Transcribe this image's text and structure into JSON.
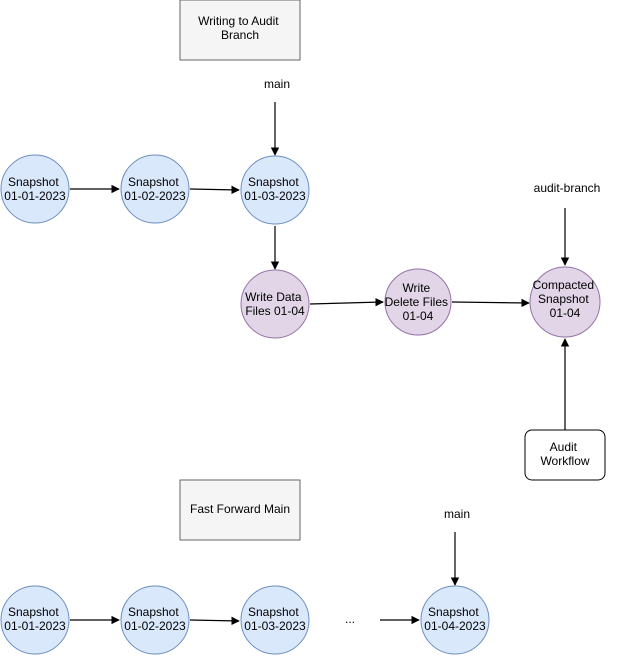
{
  "colors": {
    "snapshot_fill": "#dae8fc",
    "snapshot_stroke": "#6c8ebf",
    "op_fill": "#e1d5e7",
    "op_stroke": "#9673a6",
    "label_box_fill": "#f5f5f5",
    "label_box_stroke": "#666666",
    "edge": "#000000"
  },
  "section_titles": {
    "audit": [
      "Writing to Audit",
      "Branch"
    ],
    "fast_forward": [
      "Fast Forward Main"
    ]
  },
  "refs": {
    "main_top": "main",
    "audit_branch": "audit-branch",
    "main_bottom": "main"
  },
  "top_row": {
    "snap1": [
      "Snapshot",
      "01-01-2023"
    ],
    "snap2": [
      "Snapshot",
      "01-02-2023"
    ],
    "snap3": [
      "Snapshot",
      "01-03-2023"
    ]
  },
  "audit_ops": {
    "write_data": [
      "Write Data",
      "Files 01-04"
    ],
    "write_delete": [
      "Write",
      "Delete Files",
      "01-04"
    ],
    "compacted": [
      "Compacted",
      "Snapshot",
      "01-04"
    ]
  },
  "workflow": [
    "Audit",
    "Workflow"
  ],
  "bottom_row": {
    "snap1": [
      "Snapshot",
      "01-01-2023"
    ],
    "snap2": [
      "Snapshot",
      "01-02-2023"
    ],
    "snap3": [
      "Snapshot",
      "01-03-2023"
    ],
    "ellipsis": "...",
    "snap4": [
      "Snapshot",
      "01-04-2023"
    ]
  }
}
